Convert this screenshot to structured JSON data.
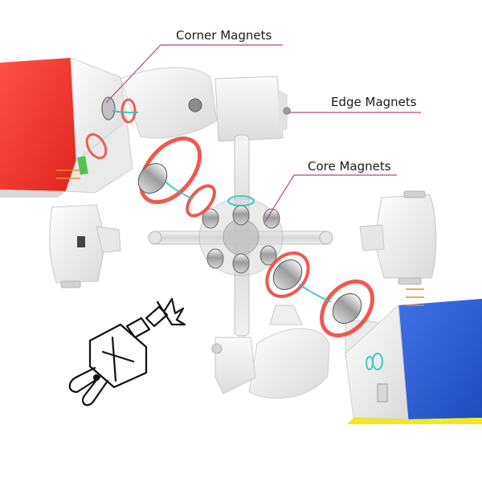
{
  "callouts": {
    "corner": "Corner Magnets",
    "edge": "Edge Magnets",
    "core": "Core Magnets"
  },
  "colors": {
    "red_face": "#f23a36",
    "blue_face": "#2f5fd4",
    "yellow_face": "#f1e91e",
    "plastic": "#f1f1f1",
    "magnet_ring": "#ee3b30",
    "magnet_wave": "#20c6c0",
    "leader_line": "#b2478a"
  },
  "icons": {
    "exploded_diagram": "magnetic-cube-exploded-diagram",
    "hand_drawn_figure": "cube-figure-sketch-icon"
  }
}
